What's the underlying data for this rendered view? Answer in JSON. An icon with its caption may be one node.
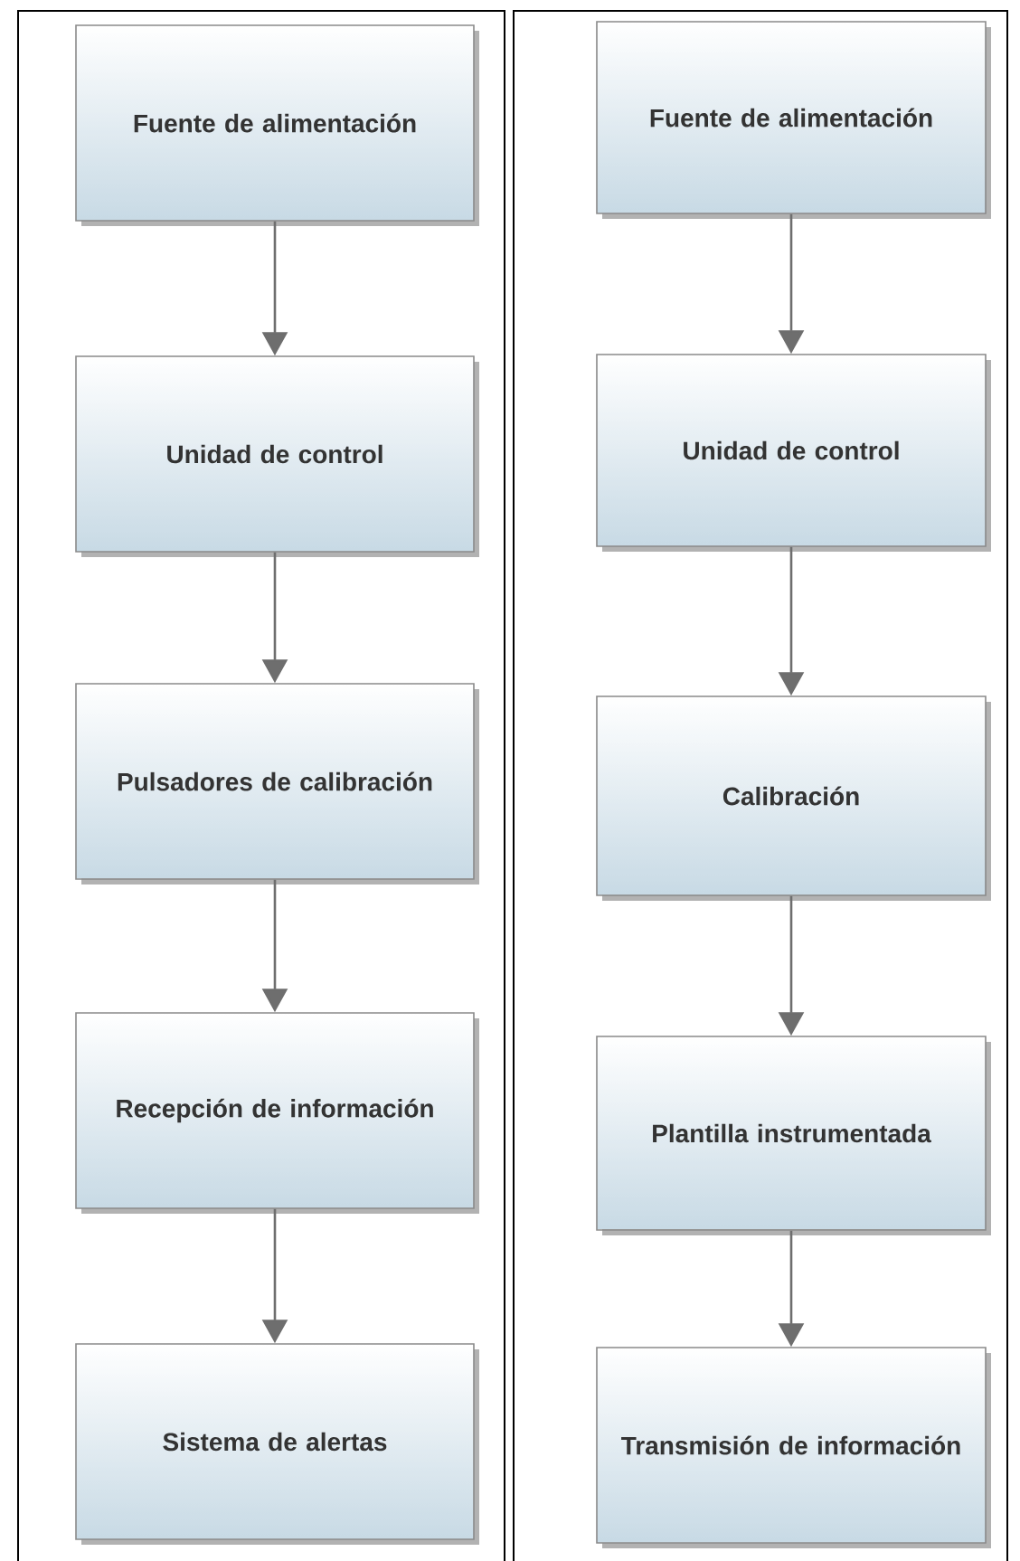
{
  "diagram": {
    "nodes": [
      {
        "text": [
          "Fuente de alimentación"
        ]
      },
      {
        "text": [
          "Unidad de control"
        ]
      },
      {
        "text": [
          "Pulsadores de calibración"
        ]
      },
      {
        "text": [
          "Recepción de información"
        ]
      },
      {
        "text": [
          "Sistema de alertas"
        ]
      },
      {
        "text": [
          "Fuente de alimentación"
        ]
      },
      {
        "text": [
          "Unidad de control"
        ]
      },
      {
        "text": [
          "Calibración"
        ]
      },
      {
        "text": [
          "Plantilla instrumentada"
        ]
      },
      {
        "text": [
          "Transmisión de información"
        ]
      }
    ],
    "edges": [
      {
        "from": 0,
        "to": 1,
        "arrow": "to"
      },
      {
        "from": 1,
        "to": 2,
        "arrow": "to"
      },
      {
        "from": 2,
        "to": 3,
        "arrow": "to"
      },
      {
        "from": 3,
        "to": 4,
        "arrow": "to"
      },
      {
        "from": 5,
        "to": 6,
        "arrow": "to"
      },
      {
        "from": 6,
        "to": 7,
        "arrow": "to"
      },
      {
        "from": 7,
        "to": 8,
        "arrow": "to"
      },
      {
        "from": 8,
        "to": 9,
        "arrow": "to"
      }
    ]
  }
}
